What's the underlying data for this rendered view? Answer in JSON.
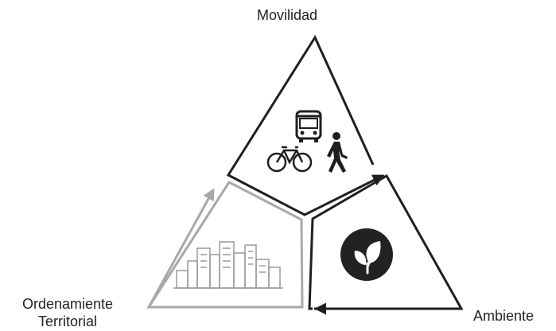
{
  "diagram": {
    "labels": {
      "top": "Movilidad",
      "bottom_left_line1": "Ordenamiente",
      "bottom_left_line2": "Territorial",
      "bottom_right": "Ambiente"
    },
    "colors": {
      "dark": "#1f1f1f",
      "light": "#a8a8a8",
      "leaf_circle": "#222222",
      "leaf": "#ffffff",
      "city": "#9a9a9a"
    },
    "icons": {
      "top": [
        "bus-icon",
        "bicycle-icon",
        "pedestrian-icon"
      ],
      "bottom_right": "leaf-icon",
      "bottom_left": "city-skyline-icon"
    }
  }
}
